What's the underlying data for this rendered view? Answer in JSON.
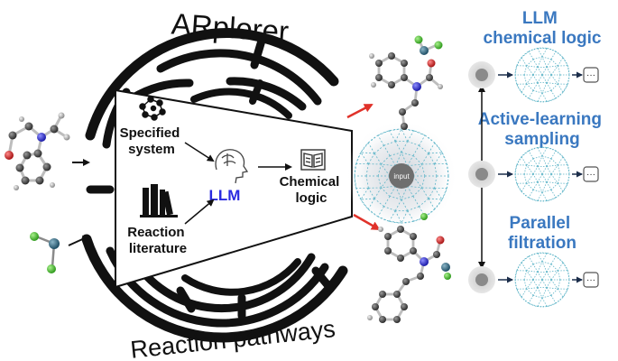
{
  "title": "ARplorer",
  "bottom_caption": "Reaction pathways",
  "panel": {
    "specified_system": [
      "Specified",
      "system"
    ],
    "reaction_literature": [
      "Reaction",
      "literature"
    ],
    "llm": "LLM",
    "chemical_logic": [
      "Chemical",
      "logic"
    ]
  },
  "network_center_label": "input",
  "right_steps": [
    {
      "lines": [
        "LLM",
        "chemical logic"
      ]
    },
    {
      "lines": [
        "Active-learning",
        "sampling"
      ]
    },
    {
      "lines": [
        "Parallel",
        "filtration"
      ]
    }
  ],
  "ellipsis": "···",
  "colors": {
    "step_text": "#3a78c0",
    "llm_text": "#2a2ae0",
    "red_arrow": "#e0322a",
    "network_line": "#5fb5c8",
    "maze": "#111111"
  },
  "icons": [
    "molecule-icon",
    "books-icon",
    "brain-head-icon",
    "open-book-icon"
  ]
}
